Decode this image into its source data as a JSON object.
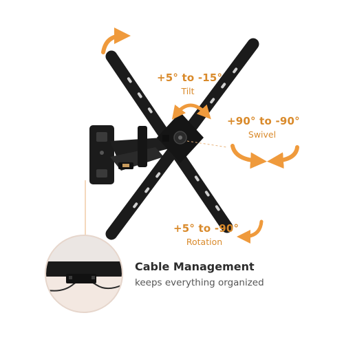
{
  "specs": {
    "tilt": {
      "value": "+5° to -15°",
      "caption": "Tilt"
    },
    "swivel": {
      "value": "+90° to -90°",
      "caption": "Swivel"
    },
    "rotation": {
      "value": "+5° to -90°",
      "caption": "Rotation"
    }
  },
  "callout": {
    "title": "Cable Management",
    "subtitle": "keeps everything organized"
  },
  "colors": {
    "accent": "#ef9a3c",
    "accent_text": "#d98a2b",
    "mount_black": "#1b1b1b",
    "title_text": "#2c2c2c",
    "subtitle_text": "#555555"
  },
  "icons": [
    "rotate-arrow-icon",
    "tilt-arrows-icon",
    "swivel-arrows-icon",
    "rotation-arrow-icon"
  ]
}
